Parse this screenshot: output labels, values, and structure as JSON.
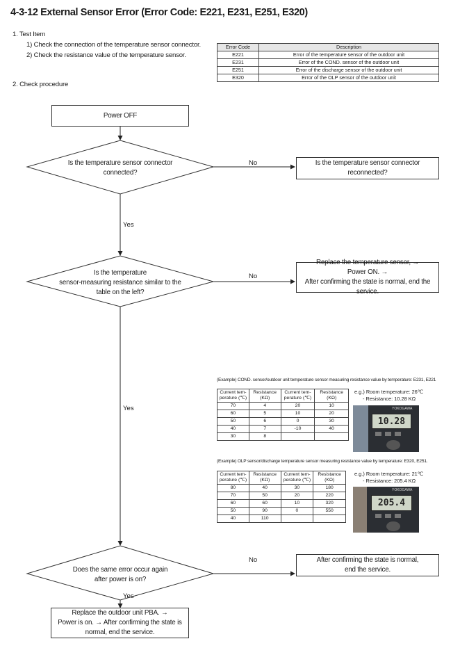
{
  "title": "4-3-12 External Sensor Error (Error Code: E221, E231, E251, E320)",
  "section1": {
    "heading": "1.  Test Item",
    "items": [
      "1) Check the connection of the temperature sensor connector.",
      "2) Check the resistance value of the temperature sensor."
    ]
  },
  "section2": {
    "heading": "2.  Check procedure"
  },
  "error_table": {
    "headers": [
      "Error Code",
      "Description"
    ],
    "rows": [
      [
        "E221",
        "Error of the temperature sensor of the outdoor unit"
      ],
      [
        "E231",
        "Error of the COND. sensor of the outdoor unit"
      ],
      [
        "E251",
        "Error of the discharge sensor of the outdoor unit"
      ],
      [
        "E320",
        "Error of the OLP sensor of the outdoor unit"
      ]
    ]
  },
  "flow": {
    "start": "Power OFF",
    "q1": {
      "line1": "Is the temperature sensor connector",
      "line2": "connected?"
    },
    "q1_no": "No",
    "r1": {
      "line1": "Is the temperature sensor connector",
      "line2": "reconnected?"
    },
    "q1_yes": "Yes",
    "q2": {
      "line1": "Is the temperature",
      "line2": "sensor-measuring resistance similar to the",
      "line3": "table on the left?"
    },
    "q2_no": "No",
    "r2": {
      "line1": "Replace the temperature sensor, →",
      "line2": "Power ON. →",
      "line3": "After confirming the state is normal, end the service."
    },
    "q2_yes": "Yes",
    "q3": {
      "line1": "Does the same error occur again",
      "line2": "after power is on?"
    },
    "q3_no": "No",
    "r3": {
      "line1": "After confirming the state is normal,",
      "line2": "end the service."
    },
    "q3_yes": "Yes",
    "end": {
      "line1": "Replace the outdoor unit PBA. →",
      "line2": "Power is on. → After confirming the state is",
      "line3": "normal, end the service."
    }
  },
  "example1": {
    "caption": "(Example) COND. sensor/outdoor unit temperature sensor measuring resistance value by temperature: E231, E221",
    "headers": {
      "temp_a": "Current tem-",
      "temp_b": "perature (℃)",
      "res_a": "Resistance",
      "res_b": "(KΩ)"
    },
    "left_rows": [
      [
        "70",
        "4"
      ],
      [
        "60",
        "5"
      ],
      [
        "50",
        "6"
      ],
      [
        "40",
        "7"
      ],
      [
        "30",
        "8"
      ]
    ],
    "right_rows": [
      [
        "20",
        "10"
      ],
      [
        "10",
        "20"
      ],
      [
        "0",
        "30"
      ],
      [
        "-10",
        "40"
      ],
      [
        "",
        ""
      ]
    ],
    "eg_line1": "e.g.) Room temperature: 26℃",
    "eg_line2": "- Resistance: 10.28 KΩ",
    "meter_reading": "10.28",
    "meter_brand": "YOKOGAWA"
  },
  "example2": {
    "caption": "(Example) OLP sensor/discharge temperature sensor measuring resistance value by temperature: E320, E251.",
    "headers": {
      "temp_a": "Current tem-",
      "temp_b": "perature (℃)",
      "res_a": "Resistance",
      "res_b": "(KΩ)"
    },
    "left_rows": [
      [
        "80",
        "40"
      ],
      [
        "70",
        "50"
      ],
      [
        "60",
        "60"
      ],
      [
        "50",
        "90"
      ],
      [
        "40",
        "110"
      ]
    ],
    "right_rows": [
      [
        "30",
        "180"
      ],
      [
        "20",
        "220"
      ],
      [
        "10",
        "320"
      ],
      [
        "0",
        "550"
      ],
      [
        "",
        ""
      ]
    ],
    "eg_line1": "e.g.) Room temperature: 21℃",
    "eg_line2": "- Resistance: 205.4 KΩ",
    "meter_reading": "205.4",
    "meter_brand": "YOKOGAWA"
  }
}
